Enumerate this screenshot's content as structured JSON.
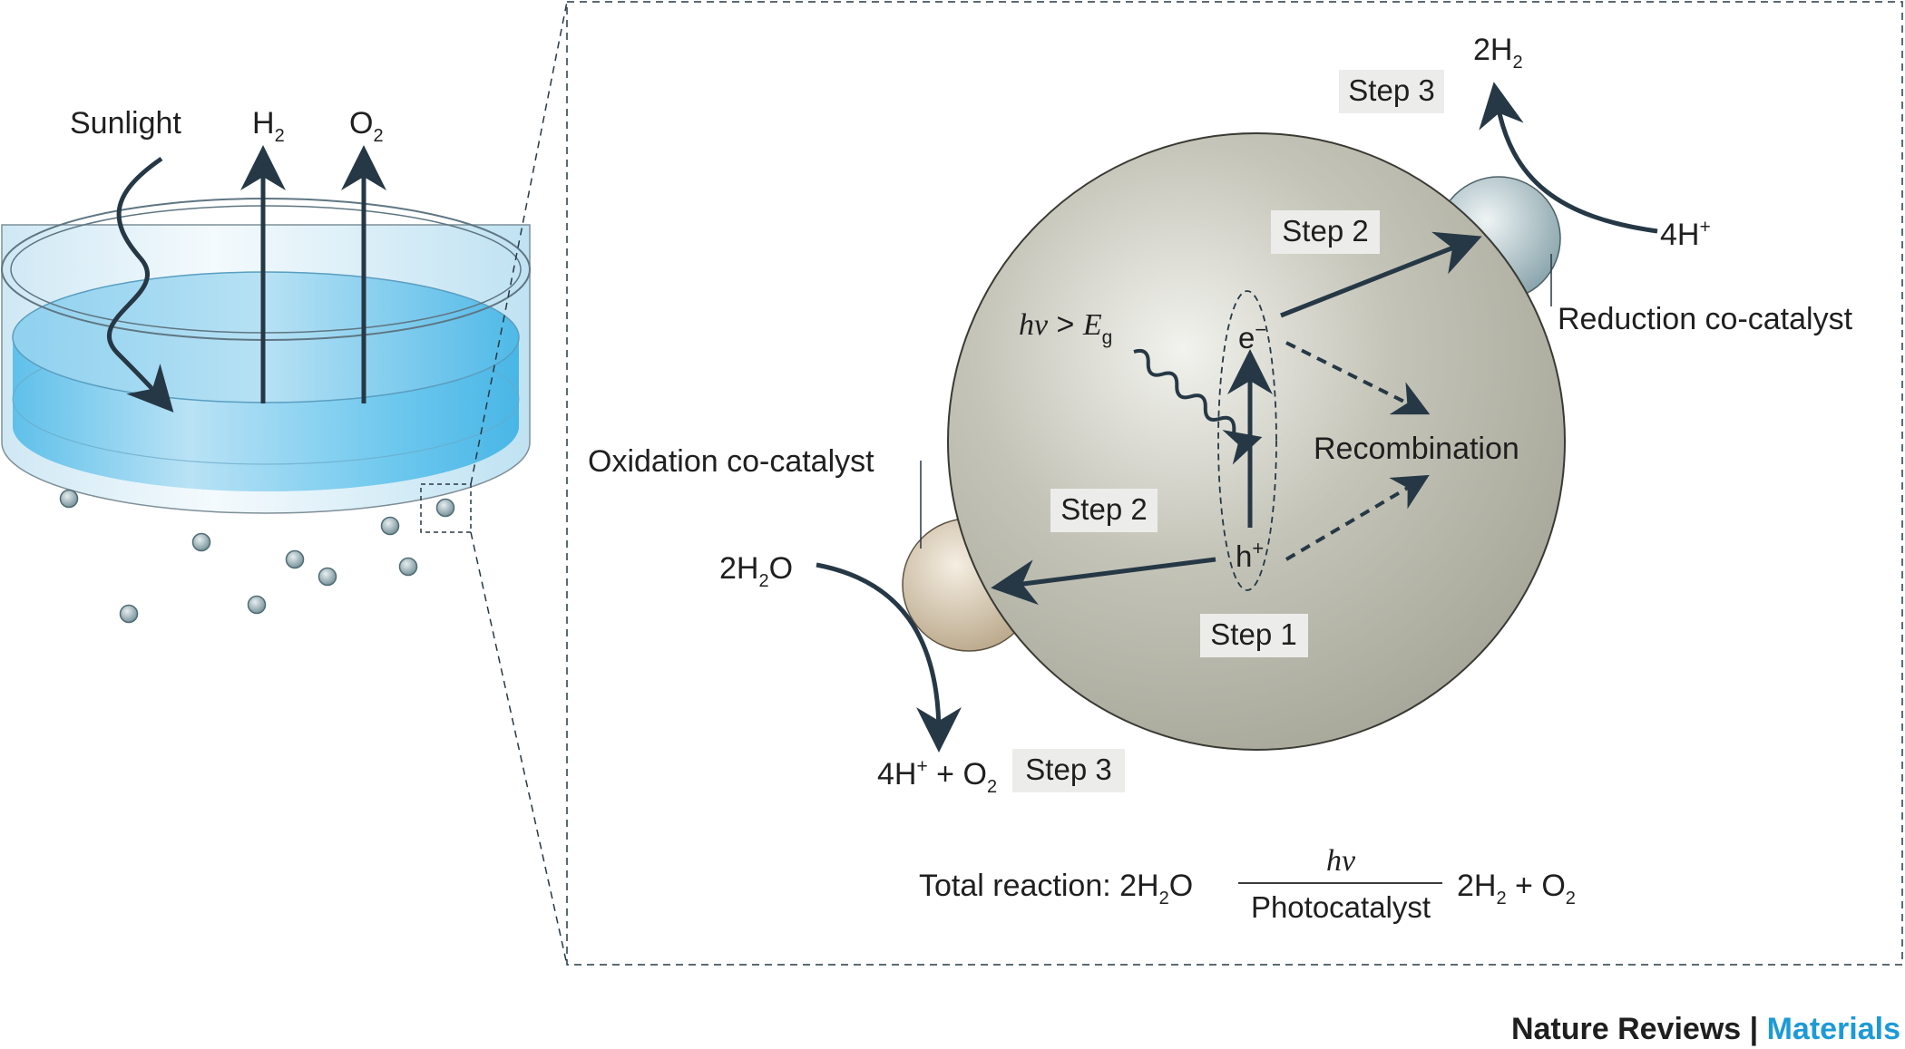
{
  "beaker": {
    "sunlight": "Sunlight",
    "h2_base": "H",
    "h2_sub": "2",
    "o2_base": "O",
    "o2_sub": "2"
  },
  "particle": {
    "step1": "Step 1",
    "step2_top": "Step 2",
    "step2_left": "Step 2",
    "step3_top": "Step 3",
    "step3_bottom": "Step 3",
    "recombination": "Recombination",
    "electron": "e",
    "electron_sup": "−",
    "hole": "h",
    "hole_sup": "+",
    "photon_hv": "hν",
    "photon_gt": " > ",
    "photon_E": "E",
    "photon_g": "g",
    "reduction_label": "Reduction co-catalyst",
    "oxidation_label": "Oxidation co-catalyst",
    "h2_out_coef": "2H",
    "h2_out_sub": "2",
    "h_plus_in": "4H",
    "h_plus_in_sup": "+",
    "water_in_coef": "2H",
    "water_in_sub": "2",
    "water_in_tail": "O",
    "o2_out_a": "4H",
    "o2_out_a_sup": "+",
    "o2_out_b": " + O",
    "o2_out_sub": "2"
  },
  "reaction": {
    "prefix": "Total reaction: 2H",
    "prefix_sub": "2",
    "prefix_tail": "O",
    "above": "hν",
    "below": "Photocatalyst",
    "product_a": "2H",
    "product_a_sub": "2",
    "product_b": " + O",
    "product_b_sub": "2"
  },
  "branding": {
    "journal": "Nature Reviews",
    "separator": " | ",
    "section": "Materials"
  },
  "colors": {
    "arrow": "#263845",
    "water": "#5bbde8",
    "particle": "#b5b5a8",
    "reduction_cocatalyst": "#8fa9b0",
    "oxidation_cocatalyst": "#c9b99d",
    "brand_accent": "#1d9ad6"
  }
}
